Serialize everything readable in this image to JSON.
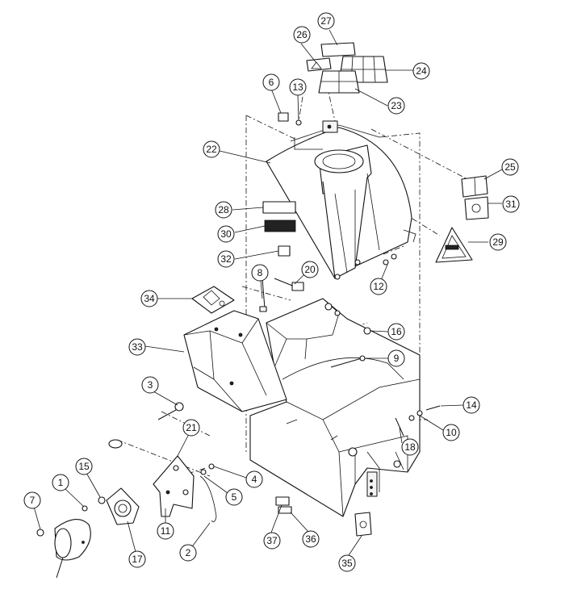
{
  "callouts": [
    {
      "id": "1",
      "label": "1"
    },
    {
      "id": "2",
      "label": "2"
    },
    {
      "id": "3",
      "label": "3"
    },
    {
      "id": "4",
      "label": "4"
    },
    {
      "id": "5",
      "label": "5"
    },
    {
      "id": "6",
      "label": "6"
    },
    {
      "id": "7",
      "label": "7"
    },
    {
      "id": "8",
      "label": "8"
    },
    {
      "id": "9",
      "label": "9"
    },
    {
      "id": "10",
      "label": "10"
    },
    {
      "id": "11",
      "label": "11"
    },
    {
      "id": "12",
      "label": "12"
    },
    {
      "id": "13",
      "label": "13"
    },
    {
      "id": "14",
      "label": "14"
    },
    {
      "id": "15",
      "label": "15"
    },
    {
      "id": "16",
      "label": "16"
    },
    {
      "id": "17",
      "label": "17"
    },
    {
      "id": "18",
      "label": "18"
    },
    {
      "id": "20",
      "label": "20"
    },
    {
      "id": "21",
      "label": "21"
    },
    {
      "id": "22",
      "label": "22"
    },
    {
      "id": "23",
      "label": "23"
    },
    {
      "id": "24",
      "label": "24"
    },
    {
      "id": "25",
      "label": "25"
    },
    {
      "id": "26",
      "label": "26"
    },
    {
      "id": "27",
      "label": "27"
    },
    {
      "id": "28",
      "label": "28"
    },
    {
      "id": "29",
      "label": "29"
    },
    {
      "id": "30",
      "label": "30"
    },
    {
      "id": "31",
      "label": "31"
    },
    {
      "id": "32",
      "label": "32"
    },
    {
      "id": "33",
      "label": "33"
    },
    {
      "id": "34",
      "label": "34"
    },
    {
      "id": "35",
      "label": "35"
    },
    {
      "id": "36",
      "label": "36"
    },
    {
      "id": "37",
      "label": "37"
    }
  ]
}
